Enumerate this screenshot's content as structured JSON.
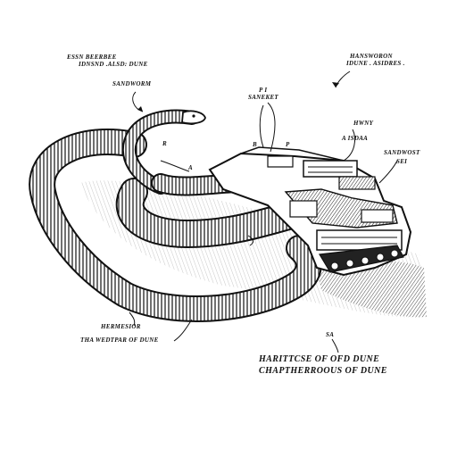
{
  "labels": {
    "top_left_line1": "ESSN BEERBEE",
    "top_left_line2": "IDNSND .ALSD: DUNE",
    "worm_label": "SANDWORM",
    "center_top_line1": "P I",
    "center_top_line2": "SANEKET",
    "top_right_line1": "HANSWORON",
    "top_right_line2": "IDUNE . ASIDRES .",
    "right_mid_line1": "HWNY",
    "right_mid_line2": "A ISDAA",
    "right_side_line1": "SANDWOST",
    "right_side_line2": "SEI",
    "letter_r": "R",
    "letter_a": "A",
    "letter_b": "B",
    "letter_p": "P",
    "bottom_left_line1": "HERMESIOR",
    "bottom_left_line2": "THA WEDTPAR OF DUNE",
    "small_mark": "SA"
  },
  "caption": {
    "line1": "HARITTCSE OF OFD DUNE",
    "line2": "CHAPTHERROOUS OF DUNE"
  },
  "colors": {
    "ink": "#111111",
    "paper": "#ffffff",
    "shadow": "#2a2a2a"
  }
}
